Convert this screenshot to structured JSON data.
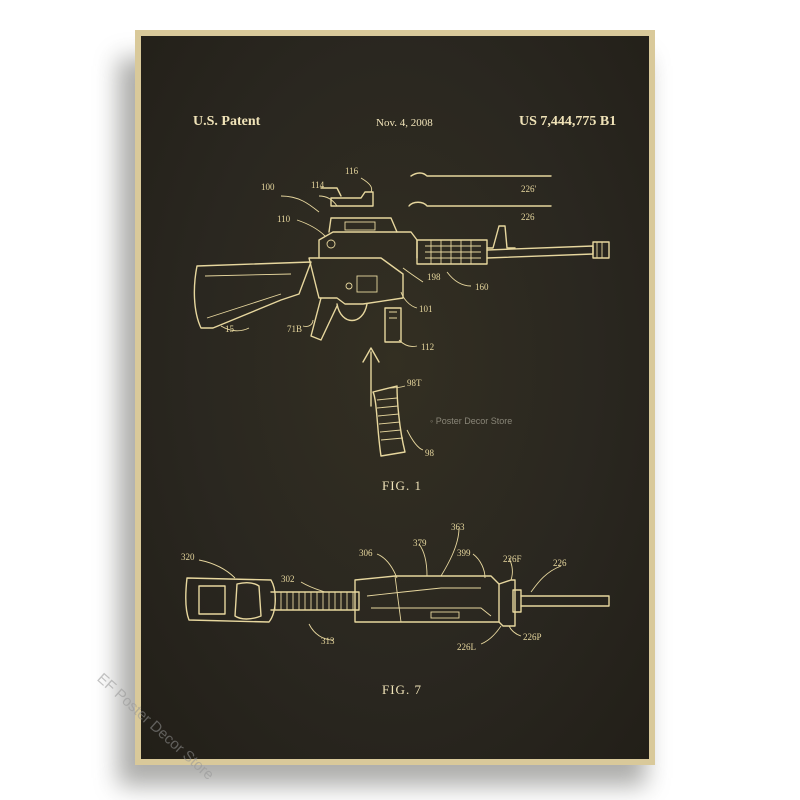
{
  "header": {
    "left": "U.S. Patent",
    "date": "Nov. 4, 2008",
    "number": "US 7,444,775 B1"
  },
  "figures": {
    "fig1": "FIG. 1",
    "fig7": "FIG. 7"
  },
  "labels": {
    "l100": "100",
    "l114": "114",
    "l116": "116",
    "l226a": "226'",
    "l226b": "226",
    "l110": "110",
    "l198": "198",
    "l160": "160",
    "l101": "101",
    "l15": "15",
    "l71b": "71B",
    "l112": "112",
    "l98t": "98T",
    "l98": "98",
    "l320": "320",
    "l306": "306",
    "l379": "379",
    "l363": "363",
    "l399": "399",
    "l226f": "226F",
    "l226c": "226",
    "l302": "302",
    "l313": "313",
    "l226l": "226L",
    "l226p": "226P"
  },
  "watermark": {
    "center": "Poster Decor Store",
    "corner": "EF Poster Decor Store"
  },
  "colors": {
    "background": "#2a2720",
    "line": "#e7d79e",
    "frame": "#d9c99a"
  }
}
